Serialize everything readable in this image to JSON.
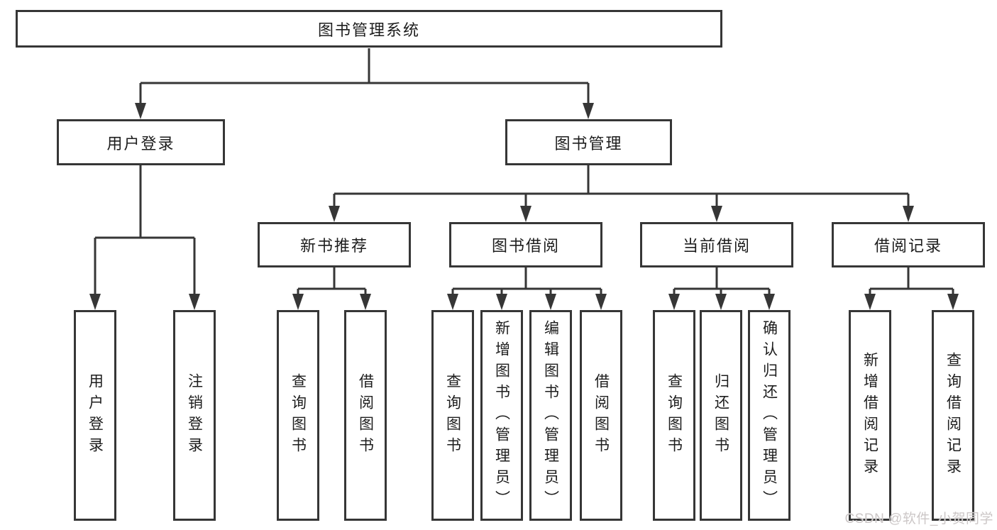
{
  "watermark": "CSDN @软件_小贺同学",
  "tree": {
    "root": "图书管理系统",
    "user_login": {
      "label": "用户登录",
      "children": [
        "用户登录",
        "注销登录"
      ]
    },
    "book_mgmt": {
      "label": "图书管理",
      "groups": [
        {
          "label": "新书推荐",
          "children": [
            "查询图书",
            "借阅图书"
          ]
        },
        {
          "label": "图书借阅",
          "children": [
            "查询图书",
            "新增图书（管理员）",
            "编辑图书（管理员）",
            "借阅图书"
          ]
        },
        {
          "label": "当前借阅",
          "children": [
            "查询图书",
            "归还图书",
            "确认归还（管理员）"
          ]
        },
        {
          "label": "借阅记录",
          "children": [
            "新增借阅记录",
            "查询借阅记录"
          ]
        }
      ]
    }
  }
}
